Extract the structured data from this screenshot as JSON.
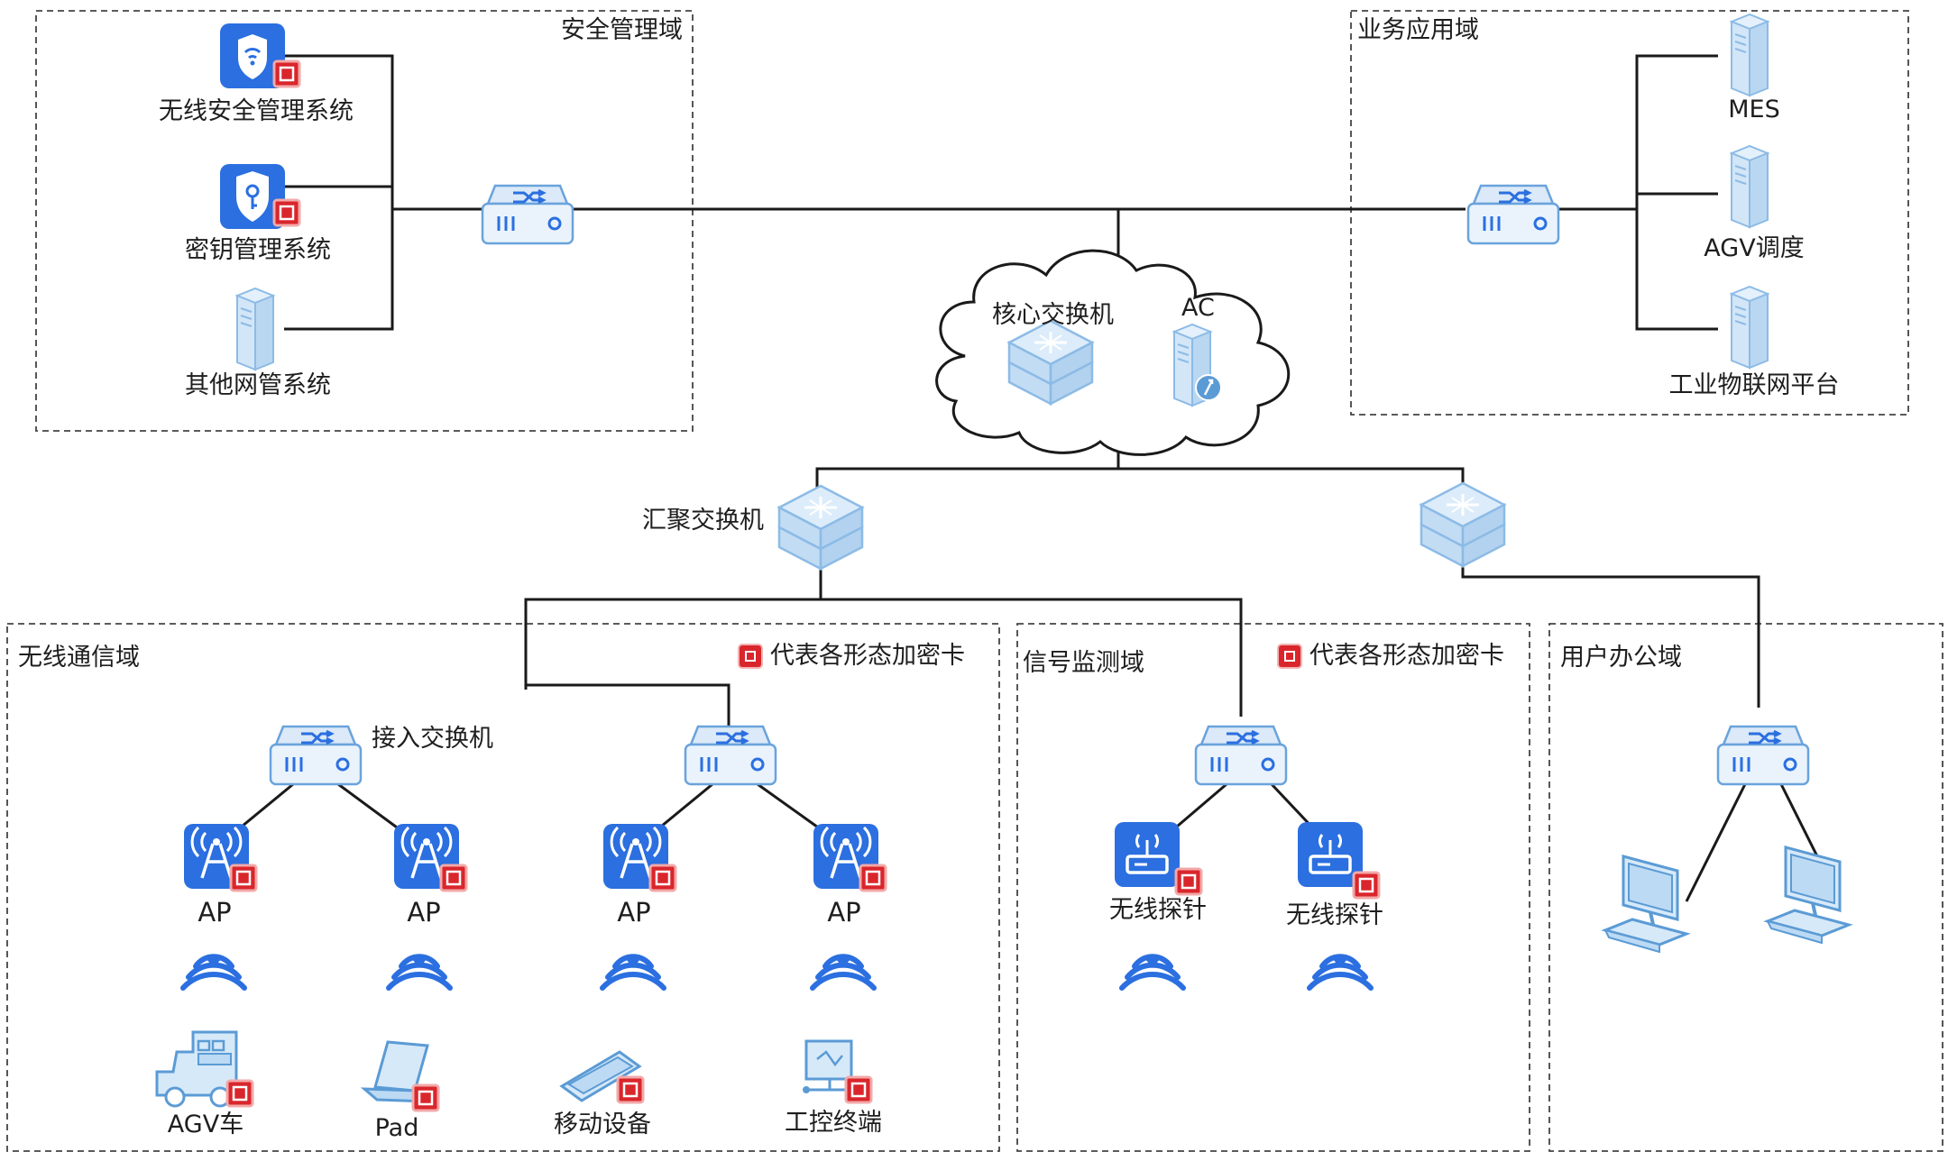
{
  "zones": {
    "security": "安全管理域",
    "business": "业务应用域",
    "wireless": "无线通信域",
    "signal": "信号监测域",
    "office": "用户办公域"
  },
  "legend_text": "代表各形态加密卡",
  "security_systems": {
    "wireless_security": "无线安全管理系统",
    "key_mgmt": "密钥管理系统",
    "other_nms": "其他网管系统"
  },
  "business_servers": {
    "mes": "MES",
    "agv_dispatch": "AGV调度",
    "iiot_platform": "工业物联网平台"
  },
  "core": {
    "core_switch": "核心交换机",
    "ac": "AC"
  },
  "aggregation_switch": "汇聚交换机",
  "access_switch": "接入交换机",
  "ap_label": "AP",
  "probe_label": "无线探针",
  "terminals": {
    "agv_car": "AGV车",
    "pad": "Pad",
    "mobile": "移动设备",
    "ics_terminal": "工控终端"
  },
  "colors": {
    "line": "#1a1a1a",
    "device_blue": "#2b6fe0",
    "device_light": "#cfe3f7",
    "device_stroke": "#5b9bd5",
    "crypto_red": "#d9262c"
  }
}
